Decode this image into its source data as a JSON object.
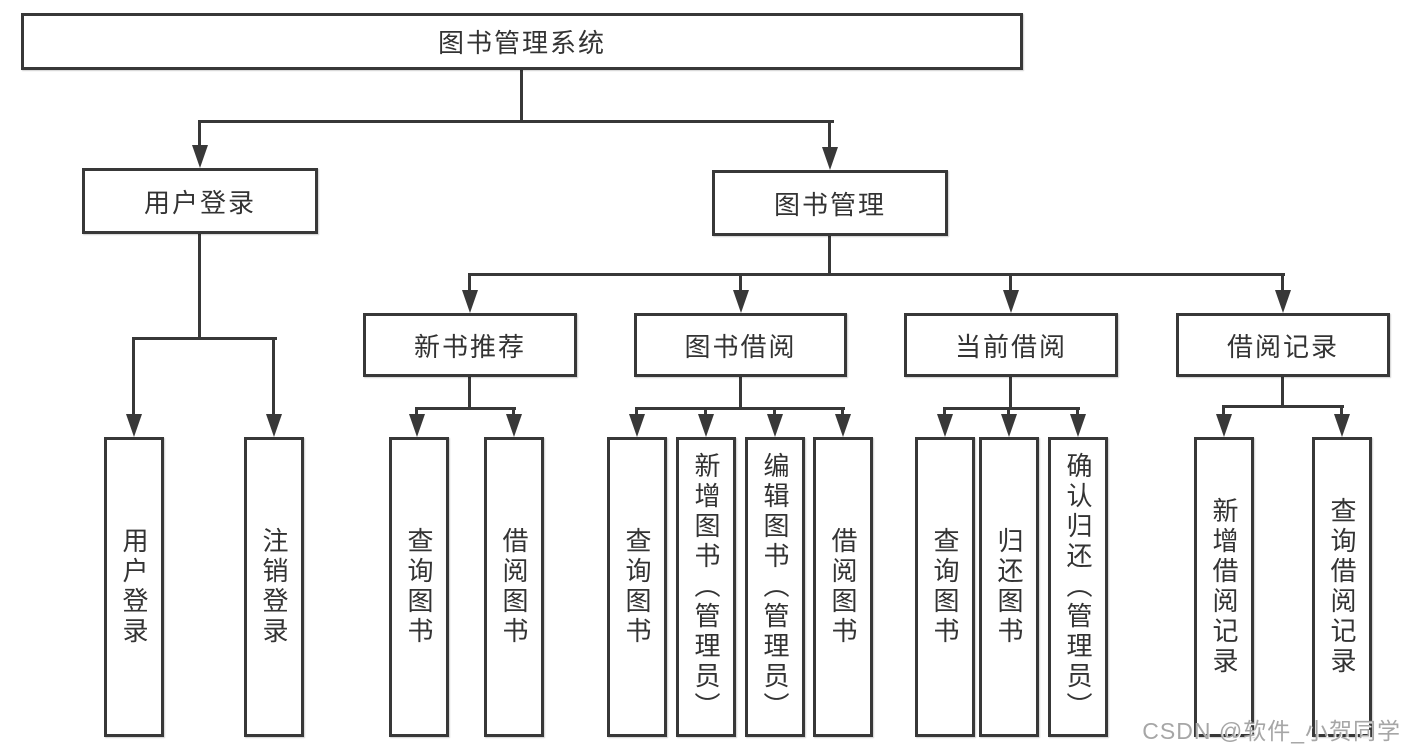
{
  "colors": {
    "line": "#383838",
    "box_border": "#383838",
    "box_background": "#ffffff",
    "text": "#333333",
    "watermark_text": "#a6a6a6",
    "page_background": "#ffffff"
  },
  "diagram": {
    "root": {
      "label": "图书管理系统"
    },
    "level2": {
      "user_login": {
        "label": "用户登录"
      },
      "book_management": {
        "label": "图书管理"
      }
    },
    "level3": {
      "new_book_recommend": {
        "label": "新书推荐"
      },
      "book_borrow": {
        "label": "图书借阅"
      },
      "current_borrow": {
        "label": "当前借阅"
      },
      "borrow_records": {
        "label": "借阅记录"
      }
    },
    "leaves": {
      "user_login": {
        "label": "用户登录"
      },
      "logout": {
        "label": "注销登录"
      },
      "recommend_query_books": {
        "label": "查询图书"
      },
      "recommend_borrow_books": {
        "label": "借阅图书"
      },
      "borrow_query_books": {
        "label": "查询图书"
      },
      "borrow_add_books": {
        "label": "新增图书（管理员）"
      },
      "borrow_edit_books": {
        "label": "编辑图书（管理员）"
      },
      "borrow_borrow_books": {
        "label": "借阅图书"
      },
      "current_query_books": {
        "label": "查询图书"
      },
      "current_return_books": {
        "label": "归还图书"
      },
      "current_confirm_return": {
        "label": "确认归还（管理员）"
      },
      "records_add_record": {
        "label": "新增借阅记录"
      },
      "records_query_record": {
        "label": "查询借阅记录"
      }
    }
  },
  "watermark": {
    "text": "CSDN @软件_小贺同学"
  }
}
